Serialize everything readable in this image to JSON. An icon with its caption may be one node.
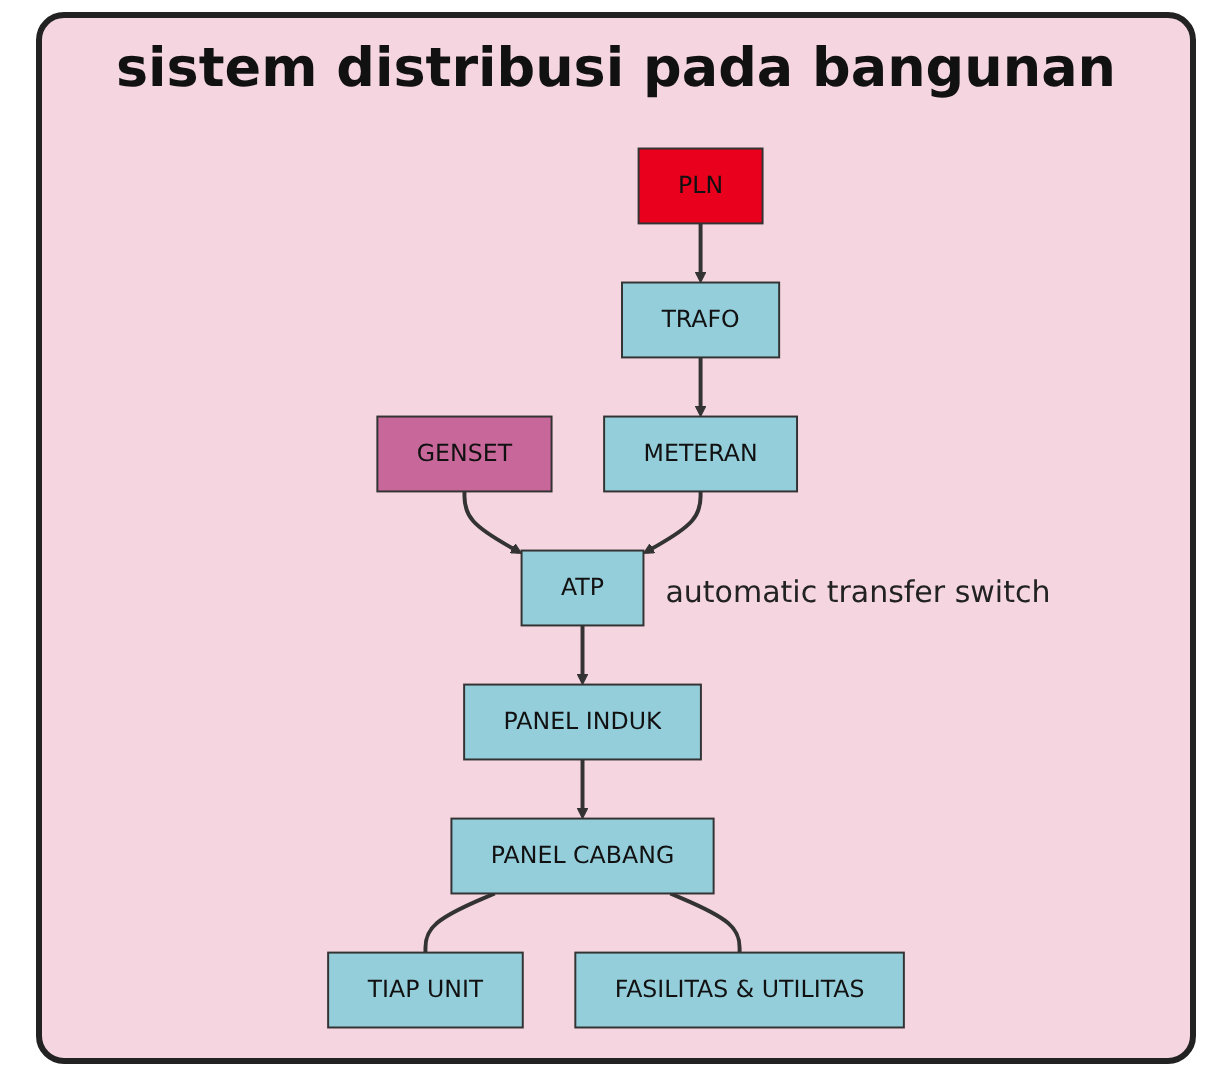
{
  "diagram": {
    "title": "sistem distribusi pada bangunan",
    "nodes": [
      {
        "text": [
          "PLN"
        ]
      },
      {
        "text": [
          "TRAFO"
        ]
      },
      {
        "text": [
          "GENSET"
        ]
      },
      {
        "text": [
          "METERAN"
        ]
      },
      {
        "text": [
          "ATP"
        ],
        "beside": [
          "automatic transfer switch"
        ]
      },
      {
        "text": [
          "PANEL INDUK"
        ]
      },
      {
        "text": [
          "PANEL CABANG"
        ]
      },
      {
        "text": [
          "TIAP UNIT"
        ]
      },
      {
        "text": [
          "FASILITAS & UTILITAS"
        ]
      }
    ],
    "edges": [
      {
        "from": 0,
        "to": 1,
        "arrow": "to"
      },
      {
        "from": 1,
        "to": 3,
        "arrow": "to"
      },
      {
        "from": 2,
        "to": 4,
        "arrow": "to"
      },
      {
        "from": 3,
        "to": 4,
        "arrow": "to"
      },
      {
        "from": 4,
        "to": 5,
        "arrow": "to"
      },
      {
        "from": 5,
        "to": 6,
        "arrow": "to"
      },
      {
        "from": 6,
        "to": 7,
        "arrow": "none"
      },
      {
        "from": 6,
        "to": 8,
        "arrow": "none"
      }
    ]
  }
}
